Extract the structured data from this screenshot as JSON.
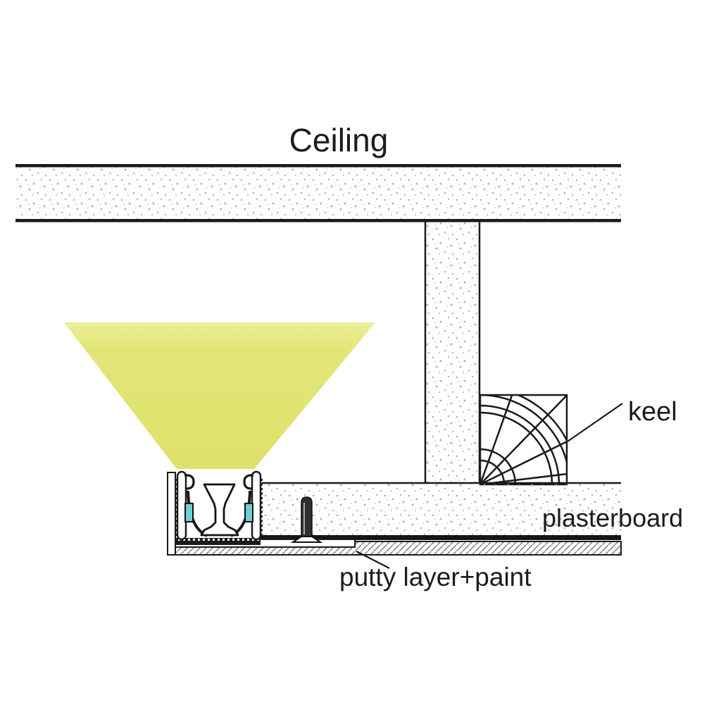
{
  "diagram": {
    "labels": {
      "ceiling": "Ceiling",
      "keel": "keel",
      "plasterboard": "plasterboard",
      "putty_layer": "putty layer+paint"
    },
    "colors": {
      "light_beam_yellow": "#e0e46f",
      "led_strip_cyan": "#6ecfd4",
      "line_black": "#1a1a1a",
      "stipple_gray": "#a9a9a9",
      "hatch_gray": "#7a7a7a"
    }
  }
}
